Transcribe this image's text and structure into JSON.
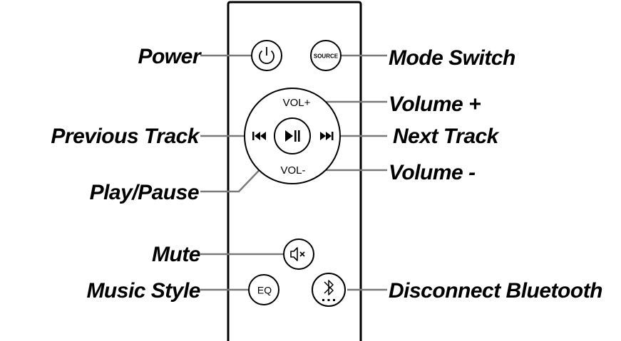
{
  "labels": {
    "power": "Power",
    "mode_switch": "Mode Switch",
    "volume_up": "Volume +",
    "previous_track": "Previous Track",
    "next_track": "Next Track",
    "volume_down": "Volume -",
    "play_pause": "Play/Pause",
    "mute": "Mute",
    "music_style": "Music Style",
    "disconnect_bluetooth": "Disconnect Bluetooth"
  },
  "buttons": {
    "source": "SOURCE",
    "vol_plus": "VOL+",
    "vol_minus": "VOL-",
    "eq": "EQ"
  }
}
